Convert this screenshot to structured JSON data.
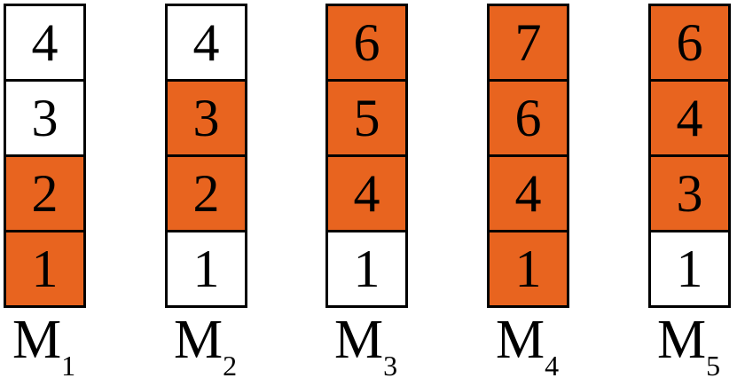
{
  "colors": {
    "filled": "#e8641f",
    "empty": "#ffffff",
    "border": "#000000"
  },
  "machines": [
    {
      "name": "M",
      "subscript": "1",
      "cells": [
        {
          "value": "4",
          "filled": false
        },
        {
          "value": "3",
          "filled": false
        },
        {
          "value": "2",
          "filled": true
        },
        {
          "value": "1",
          "filled": true
        }
      ]
    },
    {
      "name": "M",
      "subscript": "2",
      "cells": [
        {
          "value": "4",
          "filled": false
        },
        {
          "value": "3",
          "filled": true
        },
        {
          "value": "2",
          "filled": true
        },
        {
          "value": "1",
          "filled": false
        }
      ]
    },
    {
      "name": "M",
      "subscript": "3",
      "cells": [
        {
          "value": "6",
          "filled": true
        },
        {
          "value": "5",
          "filled": true
        },
        {
          "value": "4",
          "filled": true
        },
        {
          "value": "1",
          "filled": false
        }
      ]
    },
    {
      "name": "M",
      "subscript": "4",
      "cells": [
        {
          "value": "7",
          "filled": true
        },
        {
          "value": "6",
          "filled": true
        },
        {
          "value": "4",
          "filled": true
        },
        {
          "value": "1",
          "filled": true
        }
      ]
    },
    {
      "name": "M",
      "subscript": "5",
      "cells": [
        {
          "value": "6",
          "filled": true
        },
        {
          "value": "4",
          "filled": true
        },
        {
          "value": "3",
          "filled": true
        },
        {
          "value": "1",
          "filled": false
        }
      ]
    }
  ]
}
